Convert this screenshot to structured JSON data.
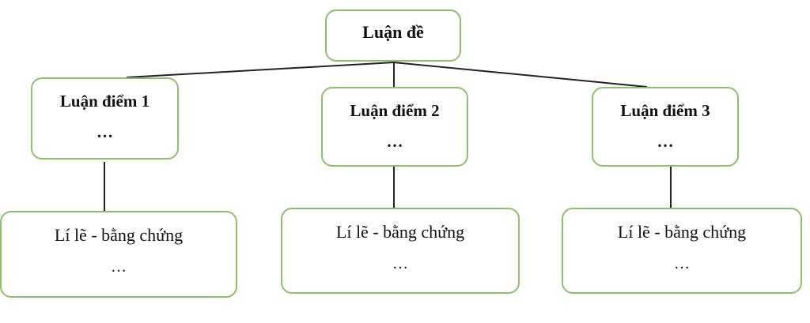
{
  "root": {
    "label": "Luận đề"
  },
  "points": [
    {
      "label": "Luận điểm 1",
      "dots": "…"
    },
    {
      "label": "Luận điểm 2",
      "dots": "…"
    },
    {
      "label": "Luận điểm 3",
      "dots": "…"
    }
  ],
  "evidence": [
    {
      "label": "Lí lẽ - bằng chứng",
      "dots": "…"
    },
    {
      "label": "Lí lẽ - bằng chứng",
      "dots": "…"
    },
    {
      "label": "Lí lẽ - bằng chứng",
      "dots": "…"
    }
  ],
  "colors": {
    "box_border": "#8fbf6e",
    "connector": "#222222"
  }
}
